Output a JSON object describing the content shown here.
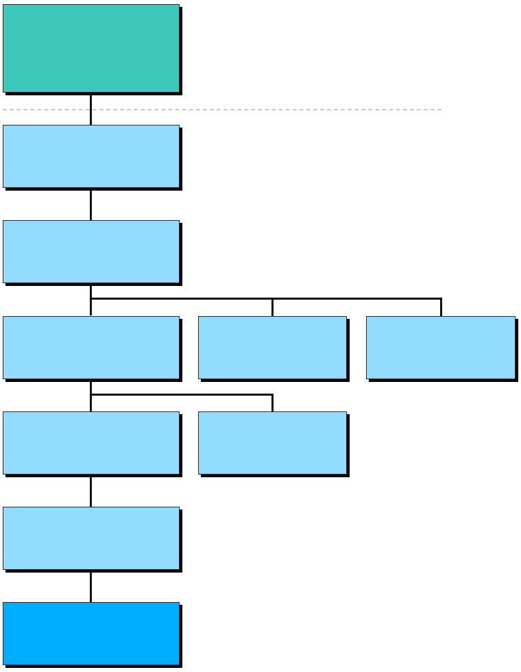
{
  "diagram": {
    "type": "hierarchy-chart",
    "colors": {
      "root": "#3DC8BC",
      "node": "#92DCFF",
      "leaf": "#00AEFF",
      "connector": "#111111",
      "separator": "#C8C8C8"
    },
    "nodes": [
      {
        "id": "root",
        "label": ""
      },
      {
        "id": "level-1",
        "label": ""
      },
      {
        "id": "level-2",
        "label": ""
      },
      {
        "id": "level-3-a",
        "label": ""
      },
      {
        "id": "level-3-b",
        "label": ""
      },
      {
        "id": "level-3-c",
        "label": ""
      },
      {
        "id": "level-4-a",
        "label": ""
      },
      {
        "id": "level-4-b",
        "label": ""
      },
      {
        "id": "level-5",
        "label": ""
      },
      {
        "id": "bottom",
        "label": ""
      }
    ]
  }
}
